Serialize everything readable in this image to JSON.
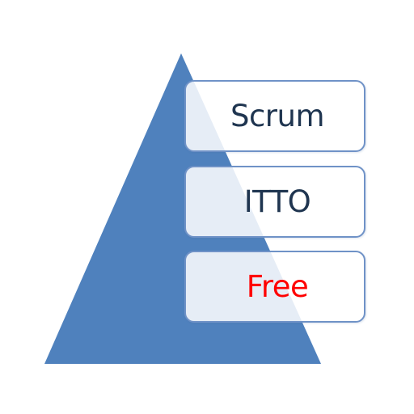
{
  "pyramid": {
    "color": "#4f81bd"
  },
  "tiers": [
    {
      "label": "Scrum",
      "color": "#1f3550"
    },
    {
      "label": "ITTO",
      "color": "#1f3550"
    },
    {
      "label": "Free",
      "color": "#ff0000"
    }
  ],
  "box_border_color": "#6f92c7"
}
